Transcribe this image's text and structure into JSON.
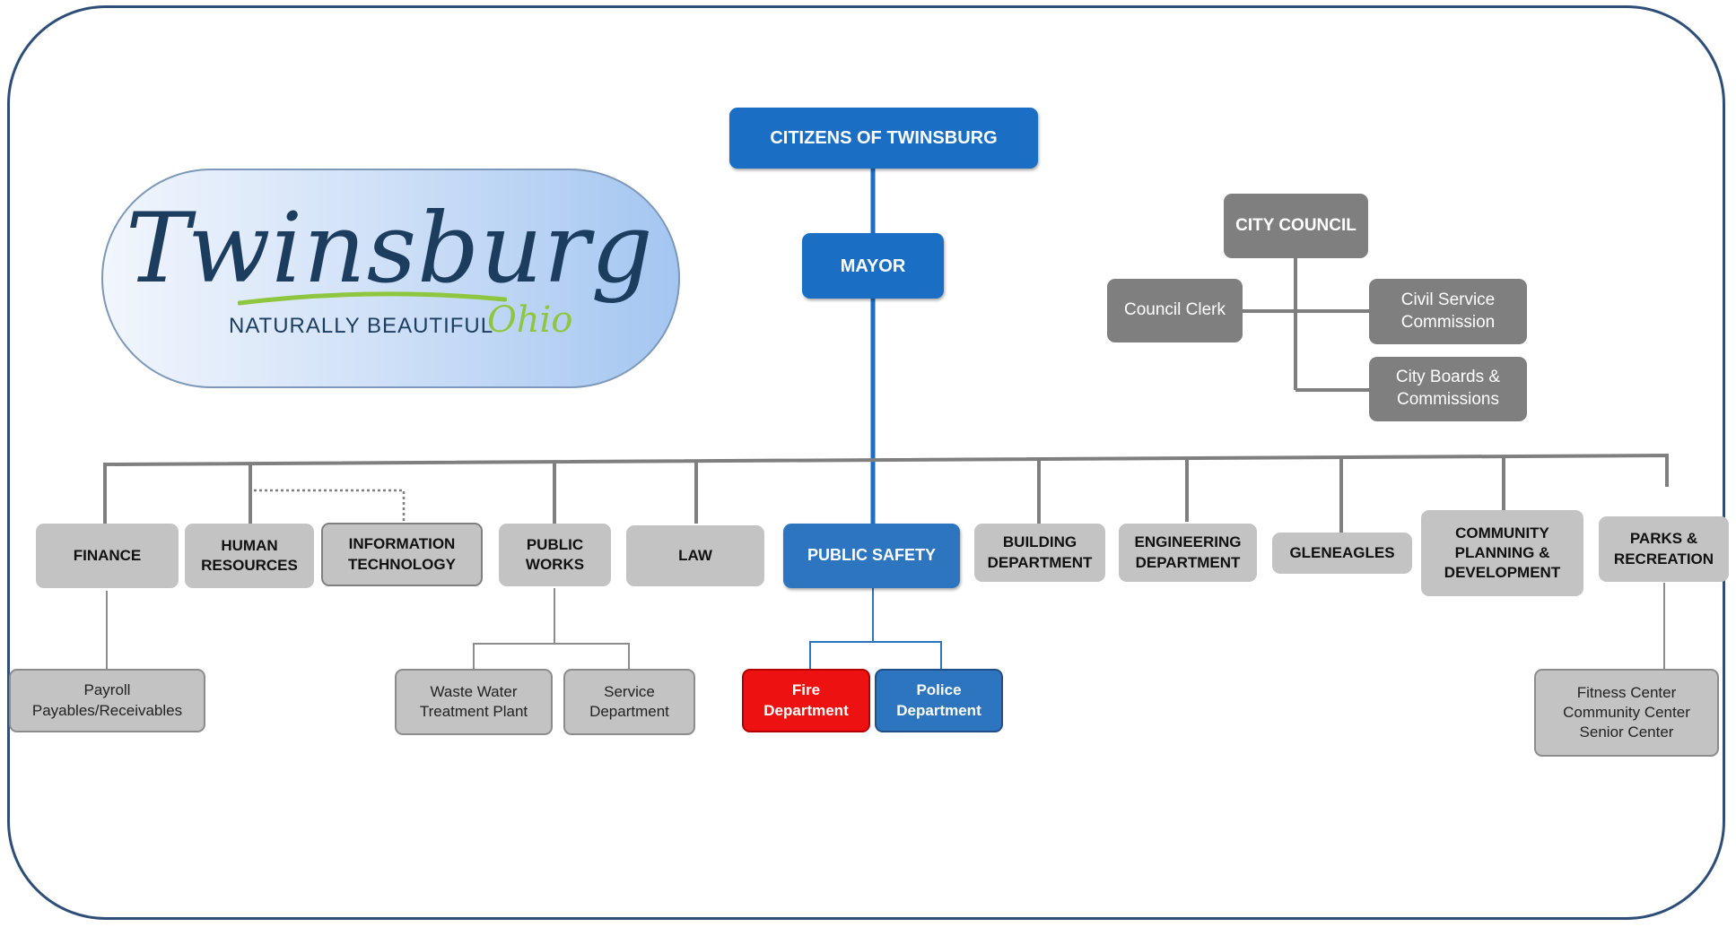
{
  "logo": {
    "wordmark": "Twinsburg",
    "tagline": "NATURALLY BEAUTIFUL",
    "state": "Ohio"
  },
  "top": {
    "citizens": "CITIZENS OF TWINSBURG",
    "mayor": "MAYOR"
  },
  "council": {
    "city_council": "CITY COUNCIL",
    "clerk": "Council Clerk",
    "civil_service": "Civil Service\nCommission",
    "boards": "City Boards &\nCommissions"
  },
  "departments": {
    "finance": "FINANCE",
    "human_resources": "HUMAN\nRESOURCES",
    "information_technology": "INFORMATION\nTECHNOLOGY",
    "public_works": "PUBLIC\nWORKS",
    "law": "LAW",
    "public_safety": "PUBLIC SAFETY",
    "building": "BUILDING\nDEPARTMENT",
    "engineering": "ENGINEERING\nDEPARTMENT",
    "gleneagles": "GLENEAGLES",
    "community_planning": "COMMUNITY\nPLANNING &\nDEVELOPMENT",
    "parks": "PARKS &\nRECREATION"
  },
  "sub_units": {
    "payroll": "Payroll\nPayables/Receivables",
    "waste_water": "Waste Water\nTreatment Plant",
    "service": "Service\nDepartment",
    "fire": "Fire\nDepartment",
    "police": "Police\nDepartment",
    "fitness": "Fitness Center\nCommunity Center\nSenior Center"
  },
  "colors": {
    "primary_blue": "#1a6fc4",
    "council_gray": "#7f7f7f",
    "dept_gray": "#c3c3c3",
    "fire_red": "#ee1111",
    "frame_border": "#2e4e78",
    "logo_green": "#8ec63f"
  }
}
